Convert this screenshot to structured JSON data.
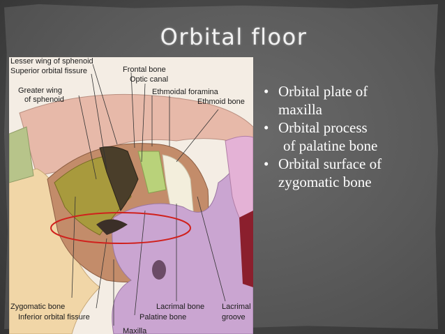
{
  "slide": {
    "title": "Orbital floor",
    "bullets": [
      {
        "line1": "Orbital plate of",
        "line2": "maxilla"
      },
      {
        "line1": "Orbital process",
        "line2": "of palatine bone"
      },
      {
        "line1": "Orbital surface of",
        "line2": "zygomatic bone"
      }
    ]
  },
  "figure": {
    "labels": {
      "lesser_wing": "Lesser wing of sphenoid",
      "superior_fissure": "Superior orbital fissure",
      "greater_wing_1": "Greater wing",
      "greater_wing_2": "of sphenoid",
      "frontal": "Frontal bone",
      "optic": "Optic canal",
      "ethmoidal_foramina": "Ethmoidal foramina",
      "ethmoid": "Ethmoid bone",
      "zygomatic": "Zygomatic bone",
      "inferior_fissure": "Inferior orbital fissure",
      "lacrimal": "Lacrimal bone",
      "palatine": "Palatine bone",
      "lacrimal_groove_1": "Lacrimal",
      "lacrimal_groove_2": "groove",
      "maxilla": "Maxilla"
    }
  },
  "colors": {
    "highlight_ring": "#d0201c",
    "zygomatic_fill": "#f2d7a8",
    "sphenoid_fill": "#a89a3c",
    "frontal_fill": "#e8b8a8",
    "maxilla_fill": "#c9a4cf",
    "ethmoid_fill": "#f3eedd"
  }
}
